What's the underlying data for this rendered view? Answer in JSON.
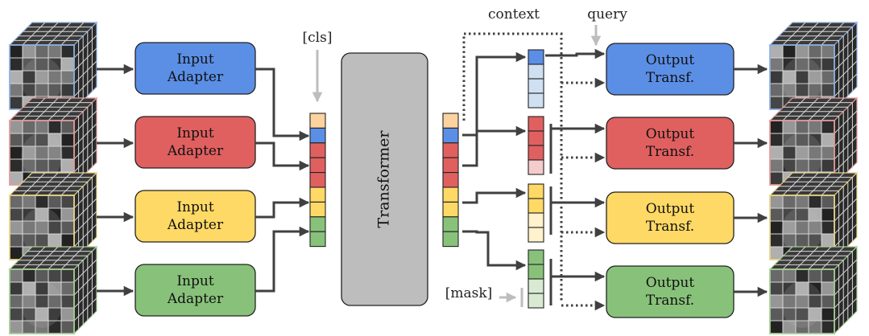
{
  "labels": {
    "cls": "[cls]",
    "context": "context",
    "query": "query",
    "mask": "[mask]",
    "transformer": "Transformer"
  },
  "input_adapters": [
    {
      "line1": "Input",
      "line2": "Adapter",
      "color": "#5b8fe6"
    },
    {
      "line1": "Input",
      "line2": "Adapter",
      "color": "#e06060"
    },
    {
      "line1": "Input",
      "line2": "Adapter",
      "color": "#ffd966"
    },
    {
      "line1": "Input",
      "line2": "Adapter",
      "color": "#88c27a"
    }
  ],
  "output_transfs": [
    {
      "line1": "Output",
      "line2": "Transf.",
      "color": "#5b8fe6"
    },
    {
      "line1": "Output",
      "line2": "Transf.",
      "color": "#e06060"
    },
    {
      "line1": "Output",
      "line2": "Transf.",
      "color": "#ffd966"
    },
    {
      "line1": "Output",
      "line2": "Transf.",
      "color": "#88c27a"
    }
  ],
  "colors": {
    "cls_token": "#fcd29f",
    "blue": "#5b8fe6",
    "blue_light": "#cfe0f3",
    "red": "#e06060",
    "red_light": "#f4cccc",
    "yellow": "#ffd966",
    "yellow_light": "#fff2cc",
    "green": "#88c27a",
    "green_light": "#d9ead3",
    "transformer": "#bdbdbd",
    "arrow": "#404040",
    "grey_arrow": "#bdbdbd",
    "cube_blue": "#8fb0e0",
    "cube_red": "#e39a9a",
    "cube_yellow": "#e8d48a",
    "cube_green": "#a6cf95"
  }
}
